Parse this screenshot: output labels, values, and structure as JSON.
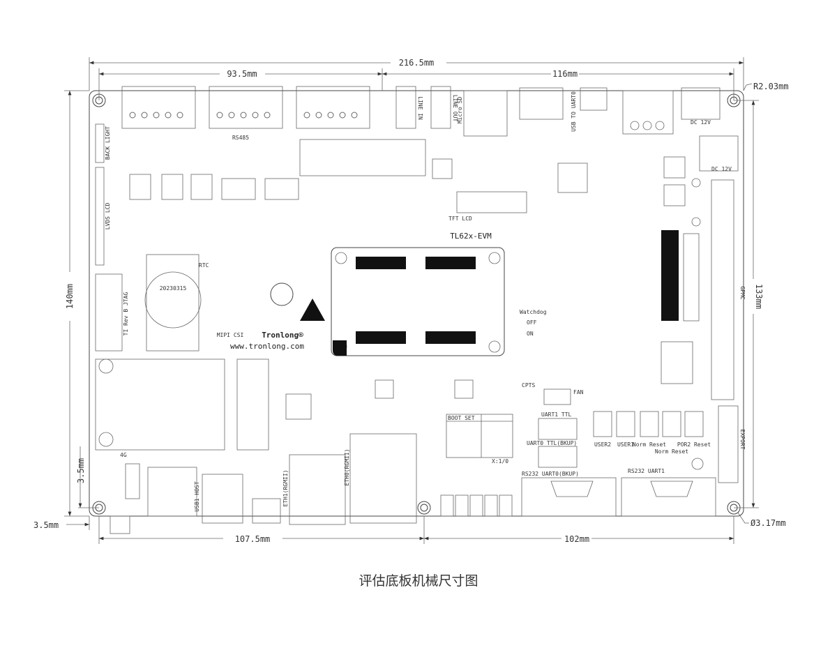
{
  "dimensions": {
    "overall_width": "216.5mm",
    "top_left_span": "93.5mm",
    "top_right_span": "116mm",
    "corner_radius": "R2.03mm",
    "overall_height": "140mm",
    "hole_height": "133mm",
    "left_offset_vertical": "3.5mm",
    "left_offset_horizontal": "3.5mm",
    "bottom_left_span": "107.5mm",
    "bottom_right_span": "102mm",
    "hole_diameter": "Ø3.17mm"
  },
  "board_labels": {
    "model": "TL62x-EVM",
    "website": "www.tronlong.com",
    "brand": "Tronlong®",
    "mipi": "MIPI CSI",
    "tft": "TFT LCD",
    "lvds": "LVDS LCD",
    "backlight": "BACK LIGHT",
    "date": "20230315",
    "rs485": "RS485",
    "gpmc": "GPMC",
    "watchdog": "Watchdog",
    "off": "OFF",
    "on": "ON",
    "cpts": "CPTS",
    "fan": "FAN",
    "uart1_ttl": "UART1 TTL",
    "uart0_ttl": "UART0 TTL(BKUP)",
    "user2": "USER2",
    "user1": "USER1",
    "norm_reset_1": "Norm Reset",
    "norm_reset_2": "Norm Reset",
    "por_reset": "POR2 Reset",
    "rs232_uart0": "RS232 UART0(BKUP)",
    "rs232_uart1": "RS232 UART1",
    "dc_12v_1": "DC 12V",
    "dc_12v_2": "DC 12V",
    "export": "EXPORT",
    "boot_set": "BOOT SET",
    "boot_note": "X:1/0",
    "jtag": "TI Rev B JTAG",
    "line_in": "LINE IN",
    "line_out": "LINE OUT",
    "micro_sd": "Micro SD",
    "usb_uart": "USB TO UART0",
    "rtc": "RTC",
    "4g": "4G",
    "usb_host": "USB1 HOST",
    "eth1": "ETH1(RGMII)",
    "eth0": "ETH0(RGMII)"
  },
  "caption": "评估底板机械尺寸图"
}
